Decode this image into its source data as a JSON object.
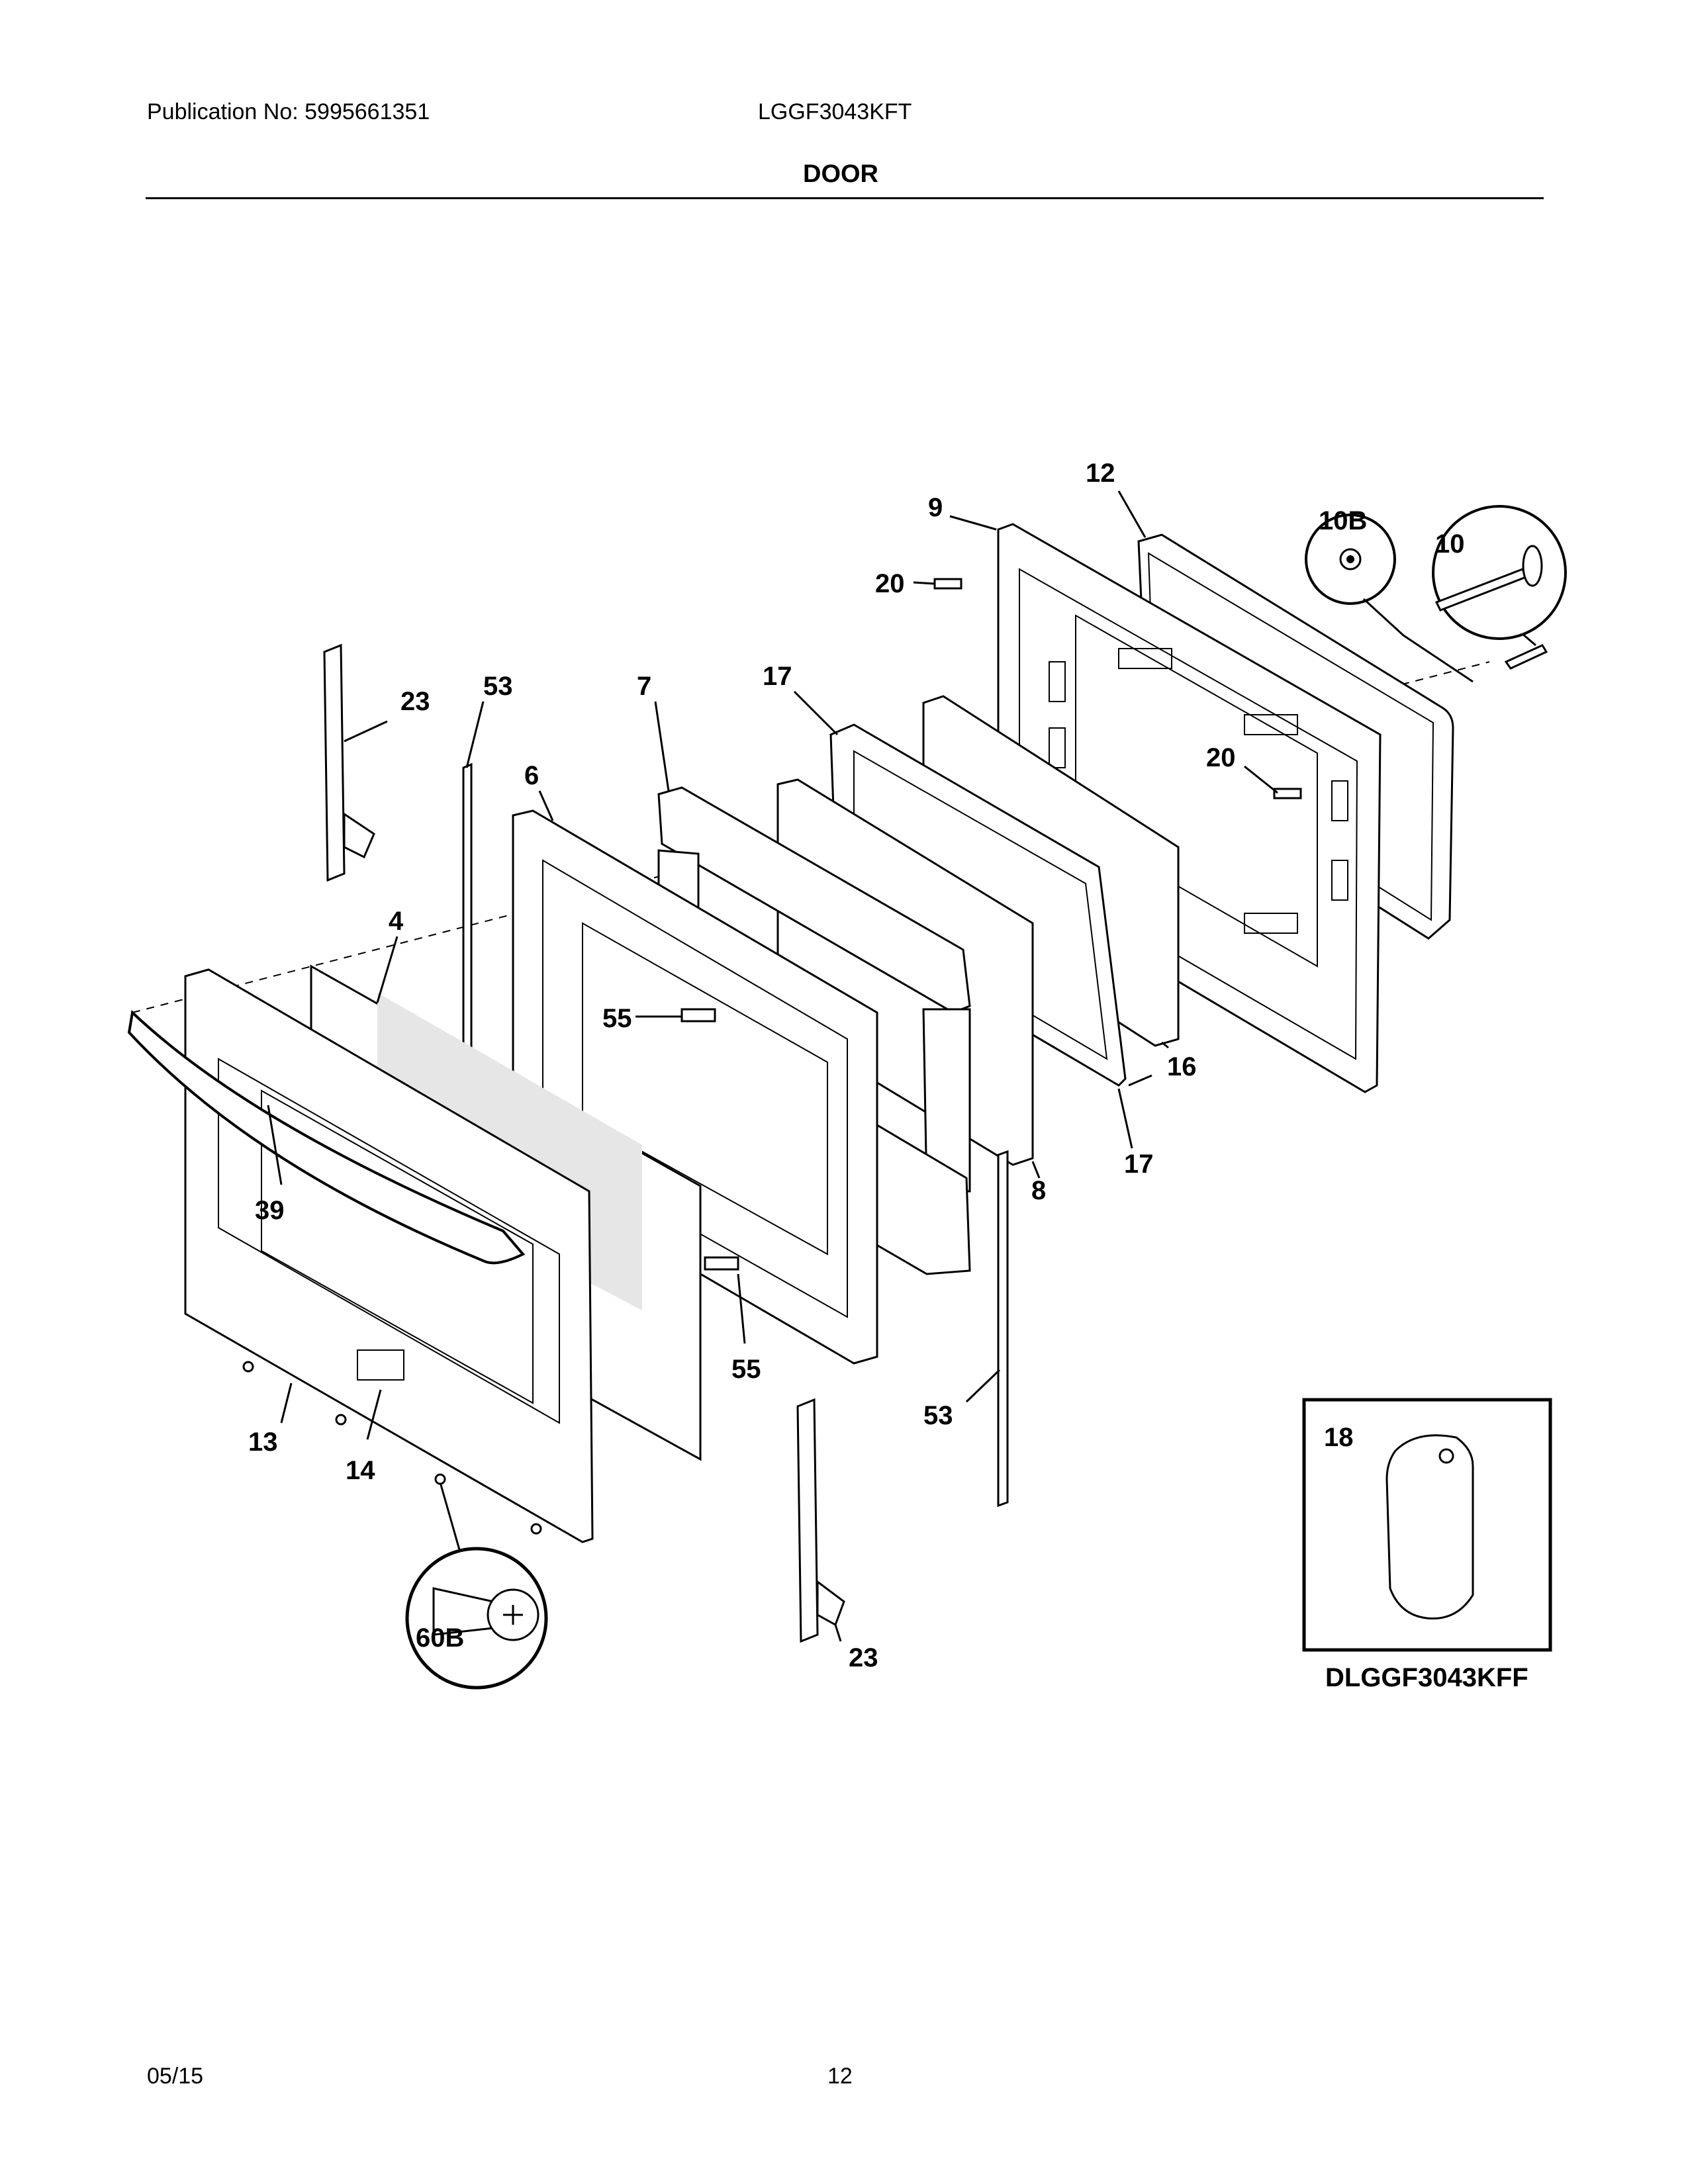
{
  "header": {
    "publication": "Publication No: 5995661351",
    "model": "LGGF3043KFT",
    "section": "DOOR"
  },
  "footer": {
    "date": "05/15",
    "page": "12"
  },
  "labels": {
    "p9": "9",
    "p12": "12",
    "p10b": "10B",
    "p10": "10",
    "p20a": "20",
    "p20b": "20",
    "p23a": "23",
    "p53a": "53",
    "p7": "7",
    "p17a": "17",
    "p6": "6",
    "p4": "4",
    "p55a": "55",
    "p16": "16",
    "p17b": "17",
    "p8": "8",
    "p39": "39",
    "p55b": "55",
    "p53b": "53",
    "p13": "13",
    "p14": "14",
    "p60b": "60B",
    "p23b": "23",
    "p18": "18"
  },
  "inset_caption": "DLGGF3043KFF"
}
